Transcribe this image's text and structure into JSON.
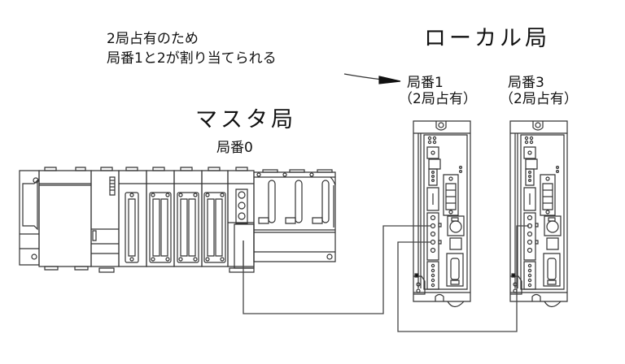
{
  "annotation": {
    "line1": "2局占有のため",
    "line2": "局番1と2が割り当てられる"
  },
  "local_station": {
    "title": "ローカル局",
    "units": [
      {
        "station_label": "局番1",
        "occupancy_label": "（2局占有）"
      },
      {
        "station_label": "局番3",
        "occupancy_label": "（2局占有）"
      }
    ]
  },
  "master_station": {
    "title": "マスタ局",
    "station_label": "局番0"
  },
  "colors": {
    "line": "#333333",
    "background": "#ffffff"
  }
}
